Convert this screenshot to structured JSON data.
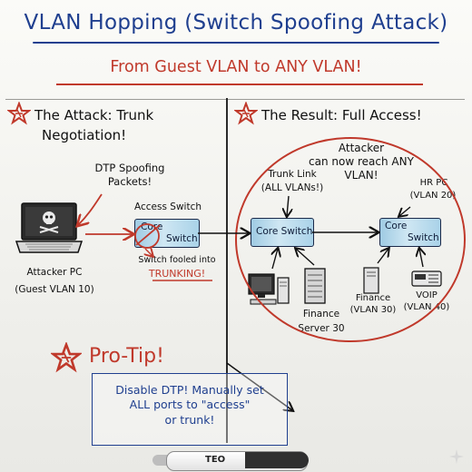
{
  "title": "VLAN Hopping (Switch Spoofing Attack)",
  "subtitle": "From Guest VLAN to ANY VLAN!",
  "left_panel": {
    "heading_line1": "The Attack: Trunk",
    "heading_line2": "Negotiation!",
    "dtp_line1": "DTP Spoofing",
    "dtp_line2": "Packets!",
    "access_switch_label": "Access Switch",
    "switch_text_top": "Core",
    "switch_text_bottom": "Switch",
    "fooled_line1": "Switch fooled into",
    "fooled_line2": "TRUNKING!",
    "attacker_line1": "Attacker PC",
    "attacker_line2": "(Guest VLAN 10)"
  },
  "right_panel": {
    "heading": "The Result: Full Access!",
    "reach_line1": "Attacker",
    "reach_line2": "can now reach ANY",
    "reach_line3": "VLAN!",
    "trunk_line1": "Trunk Link",
    "trunk_line2": "(ALL VLANs!)",
    "core_switch_label": "Core Switch",
    "hr_line1": "HR PC",
    "hr_line2": "(VLAN 20)",
    "switch2_top": "Core",
    "switch2_bottom": "Switch",
    "server_line1": "Finance",
    "server_line2": "Server 30",
    "finance_line1": "Finance",
    "finance_line2": "(VLAN 30)",
    "voip_line1": "VOIP",
    "voip_line2": "(VLAN 40)"
  },
  "pro_tip": {
    "heading": "Pro-Tip!",
    "line1": "Disable DTP! Manually set",
    "line2": "ALL ports to \"access\"",
    "line3": "or trunk!"
  },
  "marker_brand": "TEO",
  "colors": {
    "blue": "#1f3f8f",
    "red": "#c0392b",
    "ink": "#111111"
  }
}
